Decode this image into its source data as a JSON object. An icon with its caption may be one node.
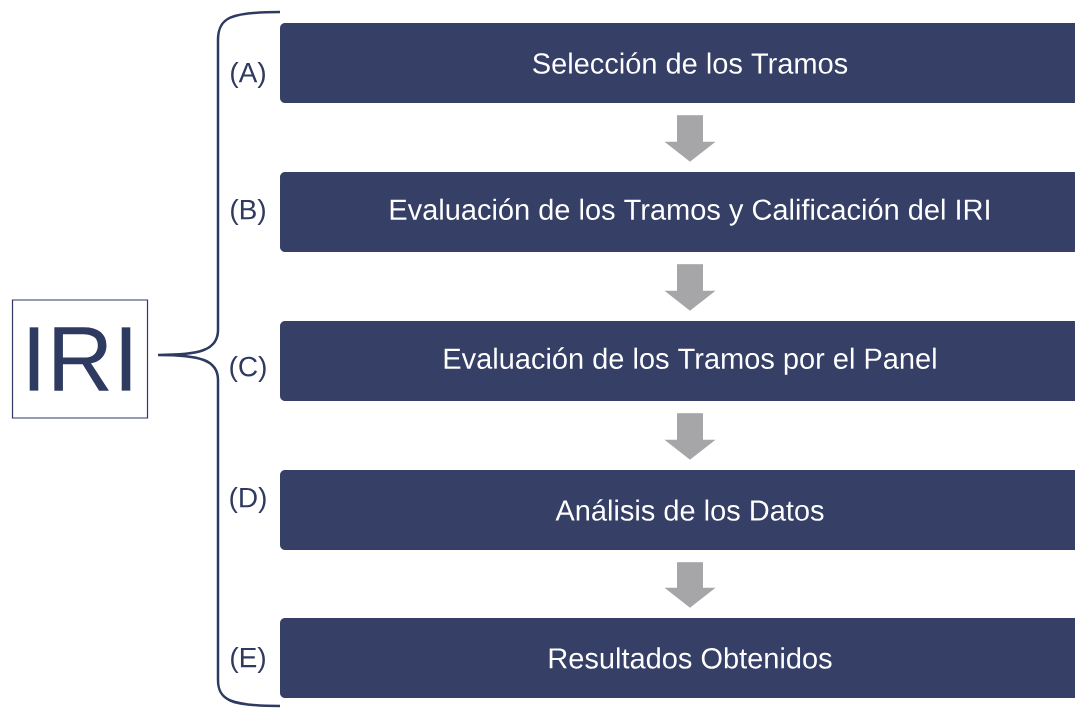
{
  "diagram": {
    "nodes": [
      {
        "text": [
          "IRI"
        ]
      },
      {
        "text": [
          "Selección de los Tramos"
        ]
      },
      {
        "text": [
          "Evaluación de los Tramos y Calificación del IRI"
        ]
      },
      {
        "text": [
          "Evaluación de los Tramos por el Panel"
        ]
      },
      {
        "text": [
          "Análisis de los Datos"
        ]
      },
      {
        "text": [
          "Resultados Obtenidos"
        ]
      }
    ],
    "edges": [
      {
        "from": 1,
        "to": 2,
        "arrow": "to"
      },
      {
        "from": 2,
        "to": 3,
        "arrow": "to"
      },
      {
        "from": 3,
        "to": 4,
        "arrow": "to"
      },
      {
        "from": 4,
        "to": 5,
        "arrow": "to"
      }
    ],
    "labels": [
      "(A)",
      "(B)",
      "(C)",
      "(D)",
      "(E)"
    ]
  }
}
